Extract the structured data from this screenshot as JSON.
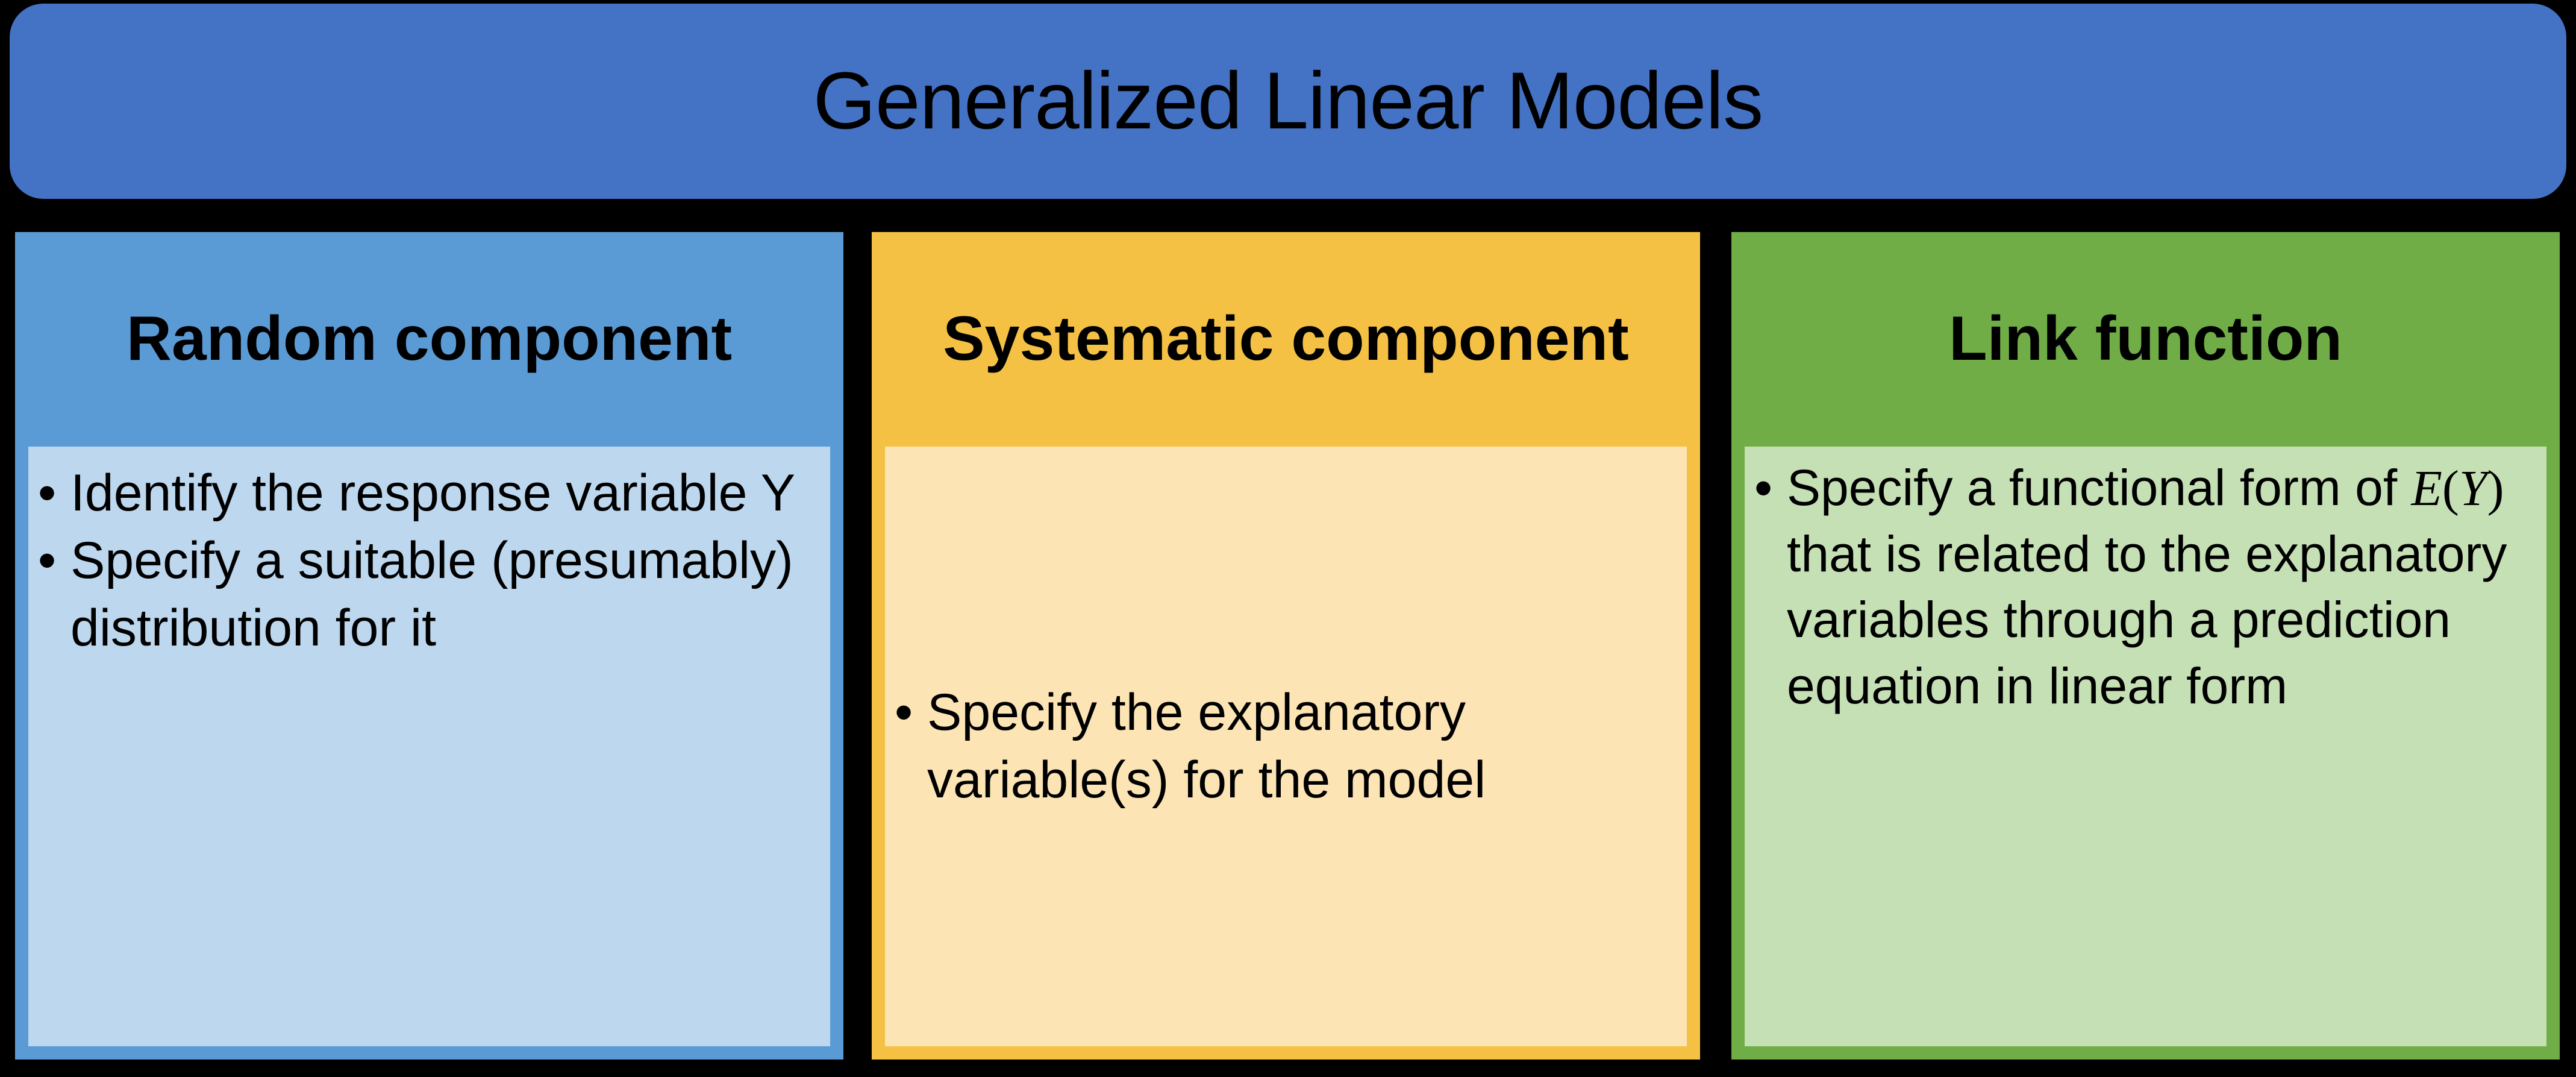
{
  "title": {
    "text": "Generalized Linear Models",
    "background_color": "#4472C4",
    "text_color": "#000000"
  },
  "columns": [
    {
      "id": "random-component",
      "header": "Random component",
      "header_color": "#5B9BD5",
      "body_color": "#BDD7EE",
      "bullets": [
        "Identify the response variable Y",
        "Specify a suitable (presumably) distribution for it"
      ]
    },
    {
      "id": "systematic-component",
      "header": "Systematic component",
      "header_color": "#F5C144",
      "body_color": "#FCE4B4",
      "bullets": [
        "Specify the explanatory variable(s) for the model"
      ]
    },
    {
      "id": "link-function",
      "header": "Link function",
      "header_color": "#70AD47",
      "body_color": "#C5E0B4",
      "bullets": [
        "Specify a functional form of E(Y) that is related to the explanatory variables through a prediction equation in linear form"
      ],
      "bullet_parts": {
        "before_math": "Specify a functional form of ",
        "math_e": "E",
        "math_open": "(",
        "math_y": "Y",
        "math_close": ")",
        "after_math": " that is related to the explanatory variables through a prediction equation in linear form"
      }
    }
  ],
  "background_color": "#000000"
}
